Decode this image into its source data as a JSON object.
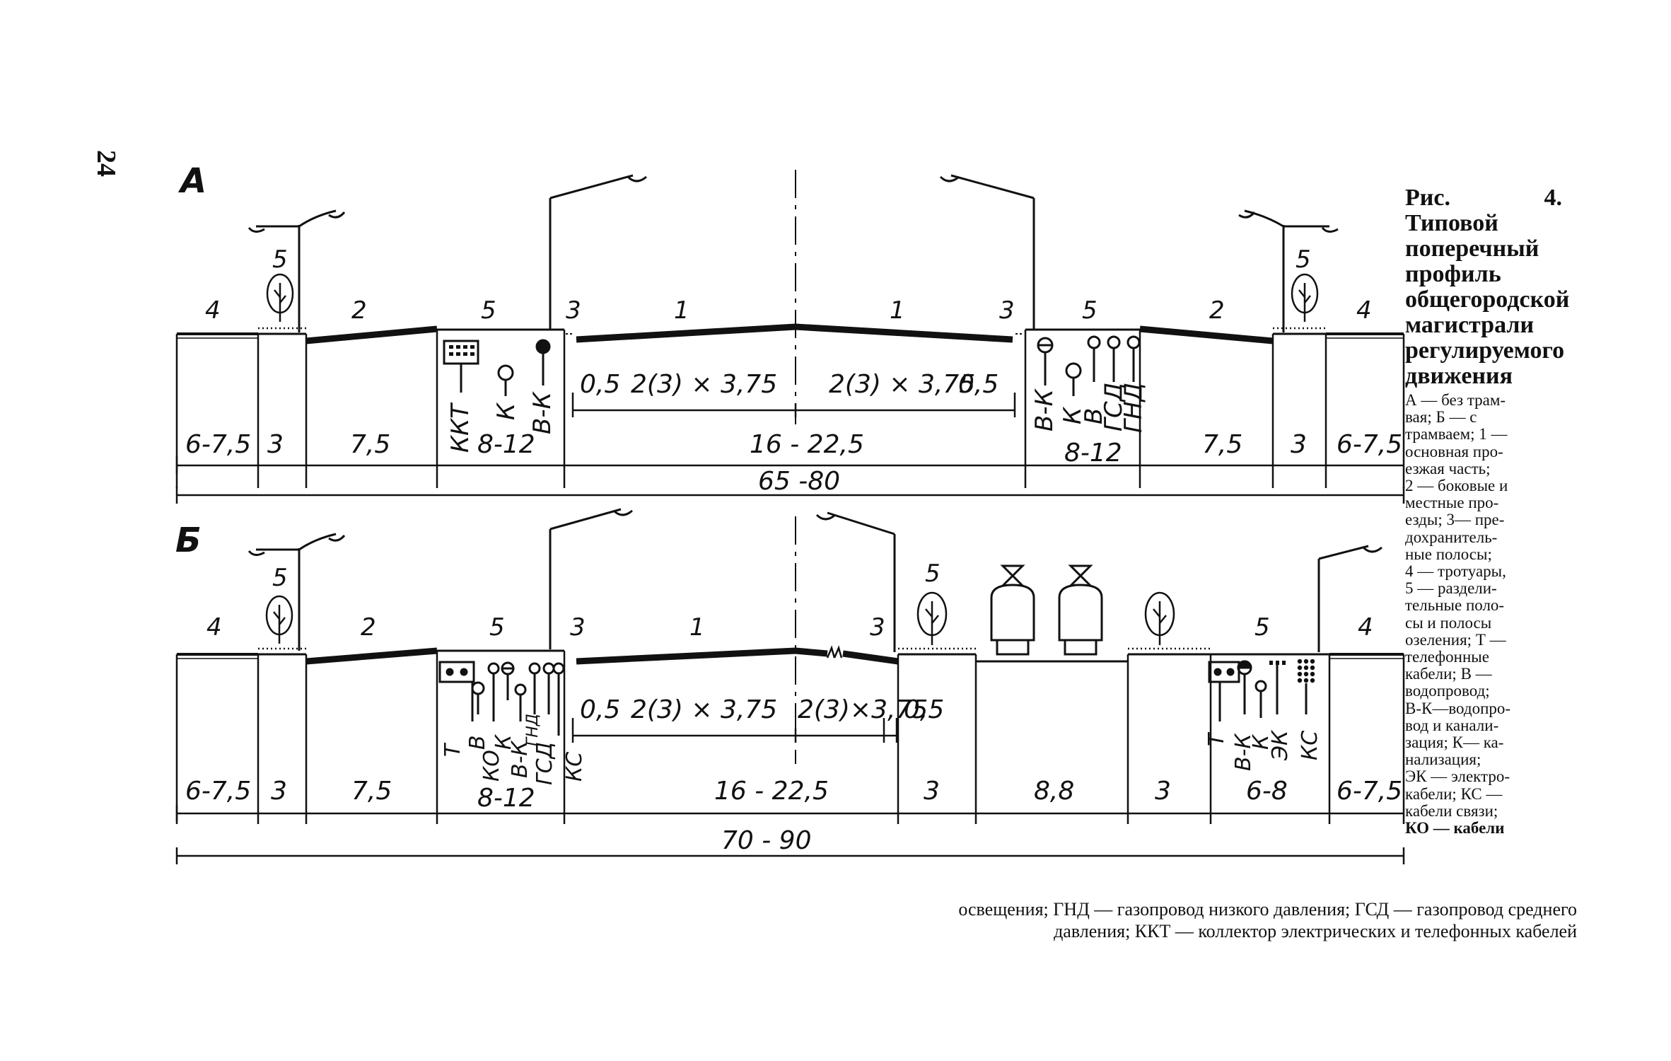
{
  "page": {
    "number": "24"
  },
  "profile_a": {
    "label": "А",
    "zone_numbers": [
      "4",
      "5",
      "2",
      "5",
      "3",
      "1",
      "1",
      "3",
      "5",
      "2",
      "5",
      "4"
    ],
    "left_utilities": [
      "ККТ",
      "К",
      "В-К"
    ],
    "right_utilities": [
      "В-К",
      "К",
      "В",
      "ГСД",
      "ГНД"
    ],
    "lane_dims": [
      "0,5",
      "2(3) × 3,75",
      "2(3) × 3,75",
      "0,5"
    ],
    "widths": [
      "6-7,5",
      "3",
      "7,5",
      "8-12",
      "16 - 22,5",
      "8-12",
      "7,5",
      "3",
      "6-7,5"
    ],
    "total": "65 -80"
  },
  "profile_b": {
    "label": "Б",
    "zone_numbers": [
      "4",
      "5",
      "2",
      "5",
      "3",
      "1",
      "3",
      "5",
      "5",
      "4"
    ],
    "left_utilities": [
      "Т",
      "В",
      "КО",
      "К",
      "В-К",
      "ГНД",
      "ГСД",
      "КС"
    ],
    "right_utilities": [
      "Т",
      "В-К",
      "К",
      "ЭК",
      "КС"
    ],
    "lane_dims": [
      "0,5",
      "2(3) × 3,75",
      "2(3)×3,75",
      "0,5"
    ],
    "widths": [
      "6-7,5",
      "3",
      "7,5",
      "8-12",
      "16 - 22,5",
      "3",
      "8,8",
      "3",
      "6-8",
      "6-7,5"
    ],
    "total": "70 - 90"
  },
  "caption": {
    "title": "Рис. 4. Типовой поперечный профиль общегородской магистрали регулируемого движения",
    "legend_lines": [
      "А — без трам-",
      "вая; Б — с",
      "трамваем; 1 —",
      "основная про-",
      "езжая часть;",
      "2 — боковые и",
      "местные про-",
      "езды; 3— пре-",
      "дохранитель-",
      "ные полосы;",
      "4 — тротуары,",
      "5 — раздели-",
      "тельные поло-",
      "сы и полосы",
      "озеления; Т —",
      "телефонные",
      "кабели; В —",
      "водопровод;",
      "В-К—водопро-",
      "вод и канали-",
      "зация; К— ка-",
      "нализация;",
      "ЭК — электро-",
      "кабели; КС —",
      "кабели связи;",
      "КО — кабели"
    ],
    "bottom_line_1": "освещения; ГНД — газопровод низкого давления; ГСД — газопровод среднего",
    "bottom_line_2": "давления; ККТ — коллектор электрических и телефонных кабелей"
  }
}
